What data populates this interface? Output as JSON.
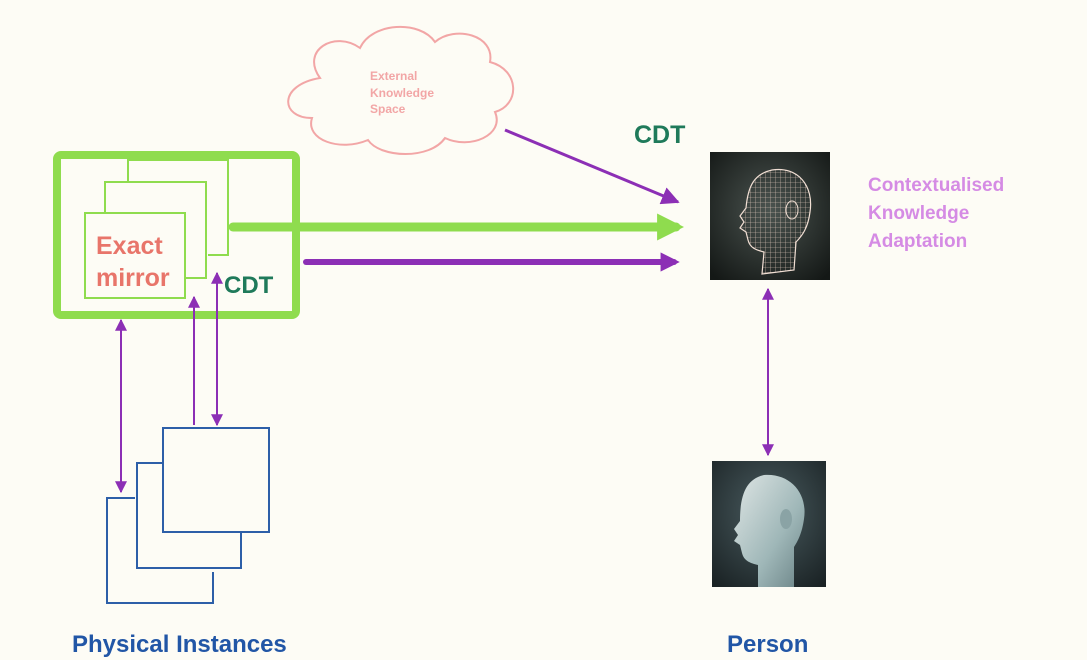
{
  "cloud": {
    "line1": "External",
    "line2": "Knowledge",
    "line3": "Space",
    "color": "#f2a6a6"
  },
  "cdt_top": {
    "label": "CDT",
    "color": "#1f7a5a"
  },
  "cdt_box": {
    "label": "CDT",
    "color": "#1f7a5a"
  },
  "mirror": {
    "line1": "Exact",
    "line2": "mirror",
    "color": "#e8756a"
  },
  "adaptation": {
    "line1": "Contextualised",
    "line2": "Knowledge",
    "line3": "Adaptation",
    "color": "#d58be4"
  },
  "bottom_labels": {
    "physical": "Physical Instances",
    "person": "Person",
    "color": "#2156a6"
  },
  "colors": {
    "green": "#8fdc4e",
    "purple": "#8c2fb5",
    "blue_outline": "#2d5fa8"
  },
  "icons": {
    "wireframe_head": "wireframe-head-image",
    "human_head": "human-head-image"
  }
}
